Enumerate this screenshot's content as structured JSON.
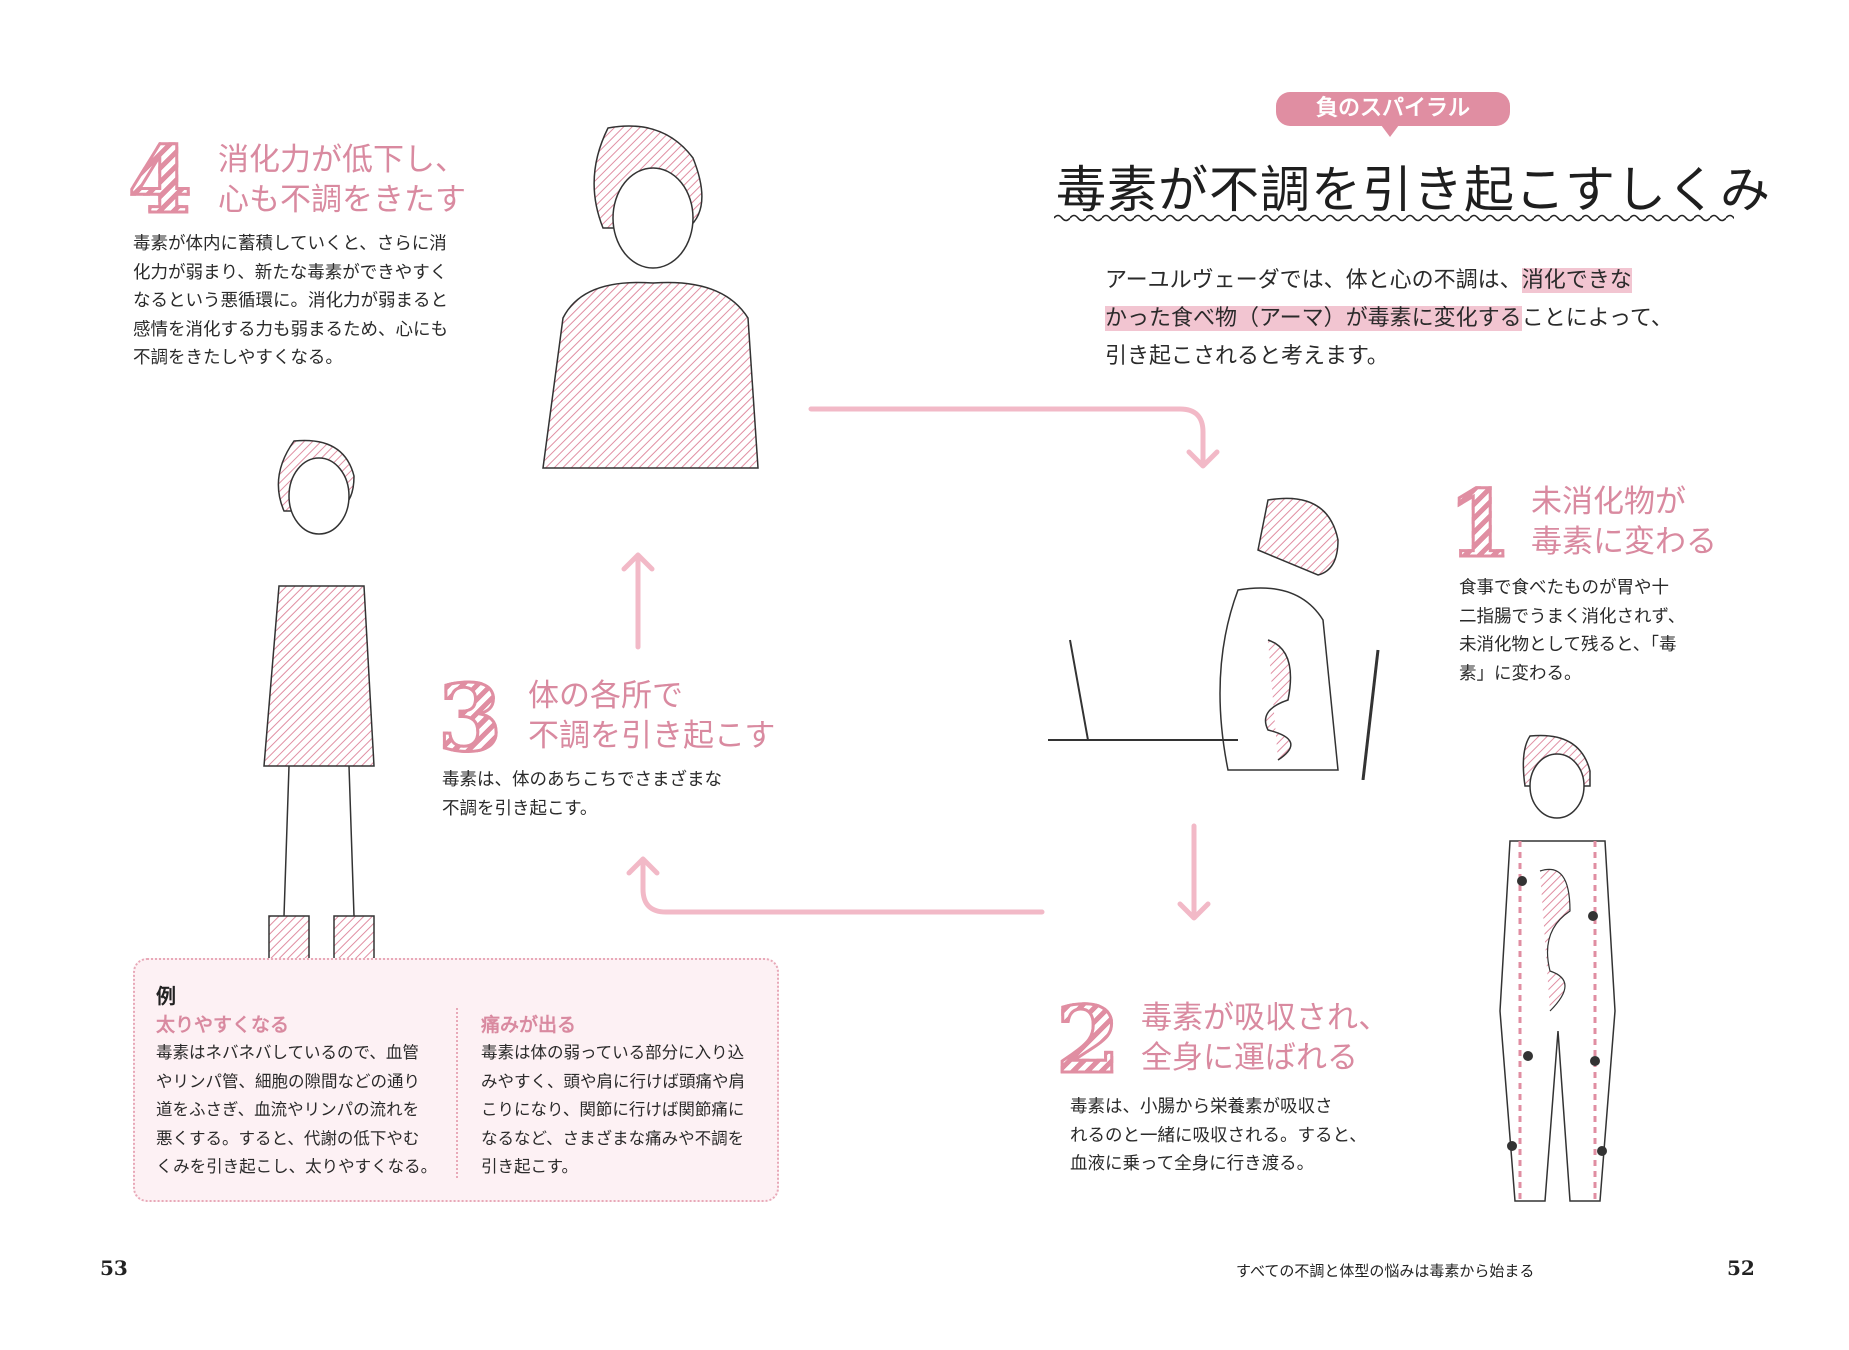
{
  "header": {
    "tag": "負のスパイラル",
    "title": "毒素が不調を引き起こすしくみ"
  },
  "intro": {
    "line1_plain": "アーユルヴェーダでは、体と心の不調は、",
    "line1_highlight": "消化できな",
    "line2_highlight": "かった食べ物（アーマ）が毒素に変化する",
    "line2_plain": "ことによって、",
    "line3": "引き起こされると考えます。"
  },
  "steps": [
    {
      "number": "1",
      "heading": [
        "未消化物が",
        "毒素に変わる"
      ],
      "body": [
        "食事で食べたものが胃や十",
        "二指腸でうまく消化されず、",
        "未消化物として残ると、「毒",
        "素」に変わる。"
      ]
    },
    {
      "number": "2",
      "heading": [
        "毒素が吸収され、",
        "全身に運ばれる"
      ],
      "body": [
        "毒素は、小腸から栄養素が吸収さ",
        "れるのと一緒に吸収される。すると、",
        "血液に乗って全身に行き渡る。"
      ]
    },
    {
      "number": "3",
      "heading": [
        "体の各所で",
        "不調を引き起こす"
      ],
      "body": [
        "毒素は、体のあちこちでさまざまな",
        "不調を引き起こす。"
      ]
    },
    {
      "number": "4",
      "heading": [
        "消化力が低下し、",
        "心も不調をきたす"
      ],
      "body": [
        "毒素が体内に蓄積していくと、さらに消",
        "化力が弱まり、新たな毒素ができやすく",
        "なるという悪循環に。消化力が弱まると",
        "感情を消化する力も弱まるため、心にも",
        "不調をきたしやすくなる。"
      ]
    }
  ],
  "examples": {
    "label": "例",
    "items": [
      {
        "heading": "太りやすくなる",
        "body": [
          "毒素はネバネバしているので、血管",
          "やリンパ管、細胞の隙間などの通り",
          "道をふさぎ、血流やリンパの流れを",
          "悪くする。すると、代謝の低下やむ",
          "くみを引き起こし、太りやすくなる。"
        ]
      },
      {
        "heading": "痛みが出る",
        "body": [
          "毒素は体の弱っている部分に入り込",
          "みやすく、頭や肩に行けば頭痛や肩",
          "こりになり、関節に行けば関節痛に",
          "なるなど、さまざまな痛みや不調を",
          "引き起こす。"
        ]
      }
    ]
  },
  "footer": {
    "left_page": "53",
    "running_title": "すべての不調と体型の悩みは毒素から始まる",
    "right_page": "52"
  },
  "colors": {
    "accent": "#e08ea2",
    "heading": "#d98aa0",
    "highlight": "#f2c5d1",
    "box_bg": "#fdf1f4",
    "arrow": "#f2b9c7"
  }
}
